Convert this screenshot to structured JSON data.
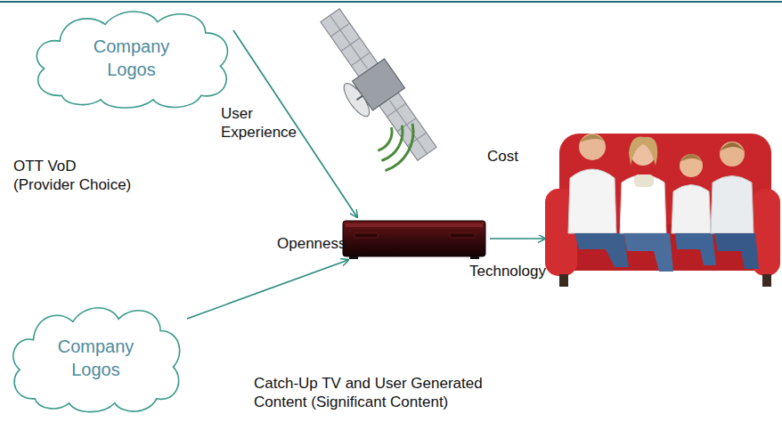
{
  "diagram": {
    "nodes": [
      {
        "text": [
          "Company Logos"
        ]
      },
      {
        "text": [
          "Company Logos"
        ]
      }
    ],
    "labels": [
      "User Experience",
      "OTT VoD (Provider Choice)",
      "Cost",
      "Openness",
      "Technology",
      "Catch-Up TV and User Generated Content (Significant Content)"
    ]
  }
}
